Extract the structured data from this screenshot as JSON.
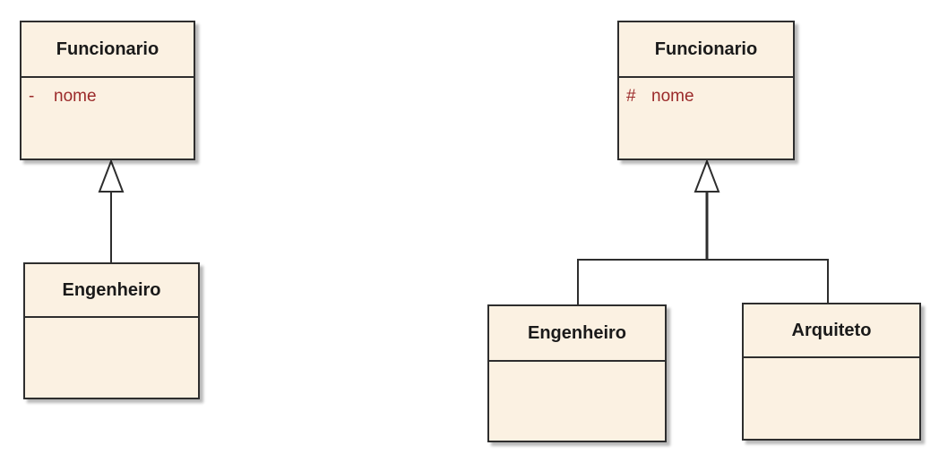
{
  "diagram_left": {
    "superclass": {
      "name": "Funcionario",
      "attribute": {
        "visibility": "-",
        "name": "nome"
      }
    },
    "subclass": {
      "name": "Engenheiro"
    }
  },
  "diagram_right": {
    "superclass": {
      "name": "Funcionario",
      "attribute": {
        "visibility": "#",
        "name": "nome"
      }
    },
    "subclasses": [
      {
        "name": "Engenheiro"
      },
      {
        "name": "Arquiteto"
      }
    ]
  },
  "colors": {
    "class_fill": "#fbf1e2",
    "border": "#2e2e2e",
    "attribute_text": "#9b2a2a"
  }
}
